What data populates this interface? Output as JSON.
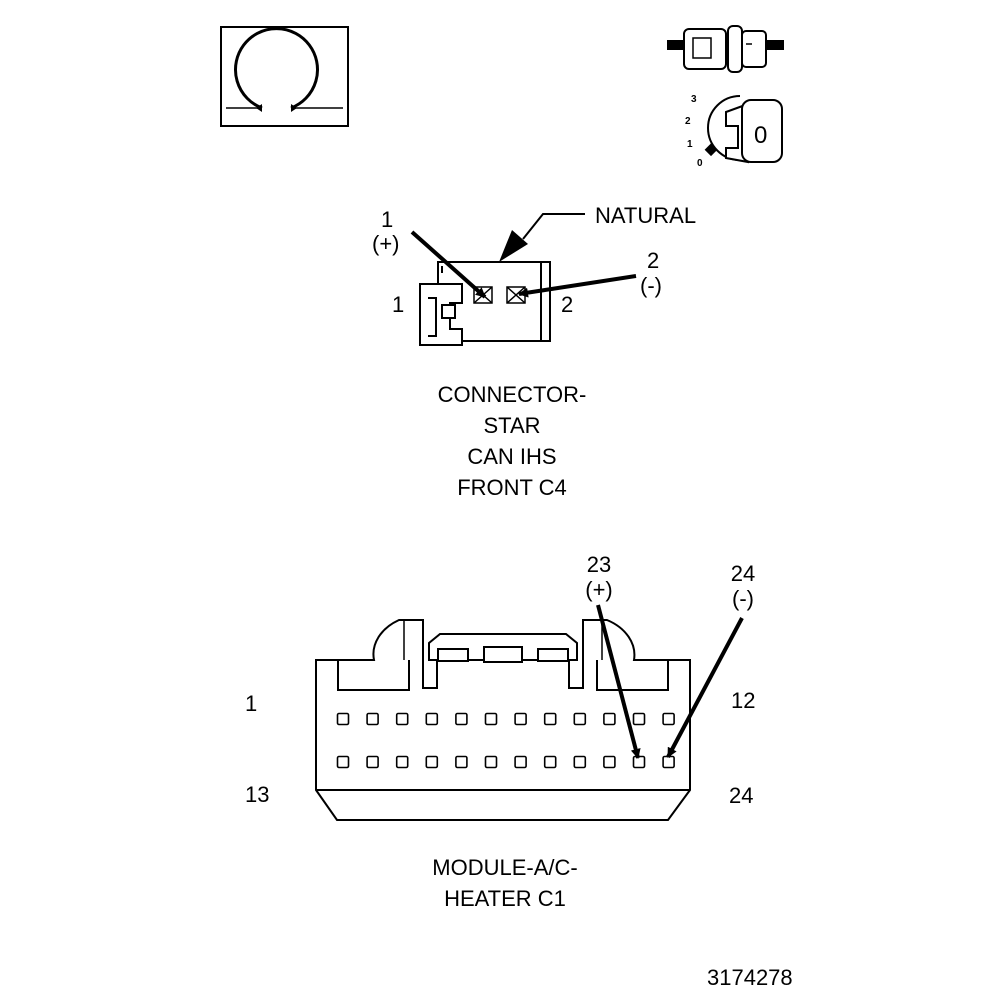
{
  "connector_top": {
    "callout": "NATURAL",
    "pin1_number": "1",
    "pin1_polarity": "(+)",
    "pin2_number": "2",
    "pin2_polarity": "(-)",
    "side_left": "1",
    "side_right": "2",
    "title_lines": [
      "CONNECTOR-",
      "STAR",
      "CAN IHS",
      "FRONT C4"
    ]
  },
  "connector_bottom": {
    "pin23_number": "23",
    "pin23_polarity": "(+)",
    "pin24_number": "24",
    "pin24_polarity": "(-)",
    "corner_top_left": "1",
    "corner_top_right": "12",
    "corner_bottom_left": "13",
    "corner_bottom_right": "24",
    "title_lines": [
      "MODULE-A/C-",
      "HEATER C1"
    ]
  },
  "key_icon": {
    "positions": [
      "3",
      "2",
      "1",
      "0"
    ],
    "key_label": "0"
  },
  "figure_number": "3174278"
}
